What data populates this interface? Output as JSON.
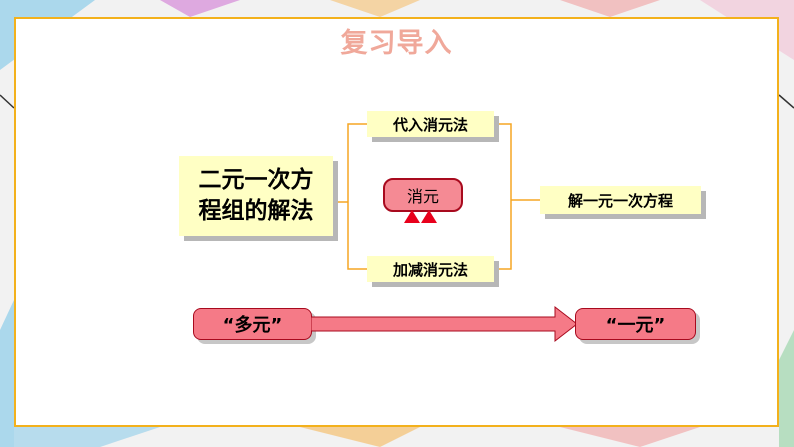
{
  "slide": {
    "title": "复习导入",
    "main_topic_line1": "二元一次方",
    "main_topic_line2": "程组的解法",
    "methods": [
      "代入消元法",
      "加减消元法"
    ],
    "core": "消元",
    "result": "解一元一次方程",
    "from": "“多元”",
    "to": "“一元”"
  },
  "colors": {
    "frame": "#f3b11c",
    "title": "#f0a89a",
    "box_fill": "#ffffc4",
    "connector": "#f5a623",
    "core_fill": "#f58a94",
    "core_border": "#a80a1e",
    "arrow_fill": "#f57a87"
  }
}
